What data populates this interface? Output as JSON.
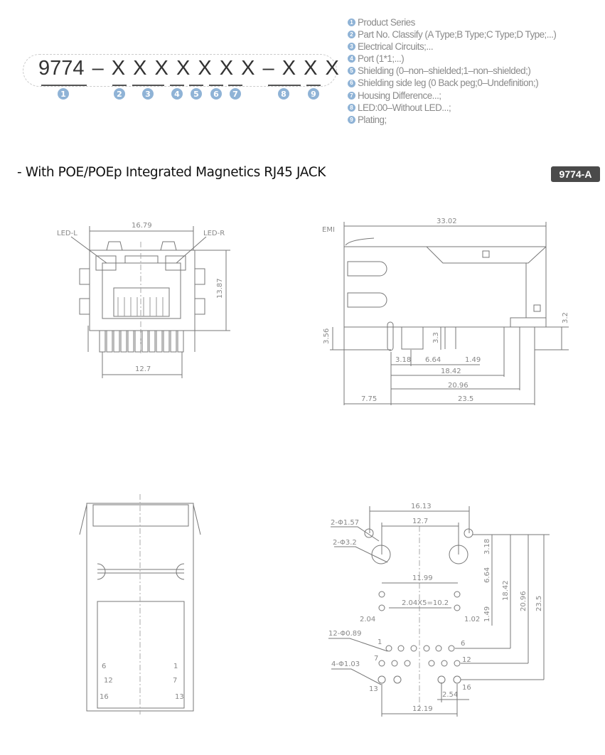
{
  "part_number": {
    "series": "9774",
    "template": "9774 – X X X X X X X – X X X",
    "markers": [
      "1",
      "2",
      "3",
      "4",
      "5",
      "6",
      "7",
      "8",
      "9"
    ]
  },
  "legend": [
    {
      "num": "1",
      "text": "Product Series"
    },
    {
      "num": "2",
      "text": "Part No. Classify (A Type;B Type;C Type;D Type;...)"
    },
    {
      "num": "3",
      "text": "Electrical Circuits;..."
    },
    {
      "num": "4",
      "text": "Port (1*1;...)"
    },
    {
      "num": "5",
      "text": "Shielding (0–non–shielded;1–non–shielded;)"
    },
    {
      "num": "6",
      "text": "Shielding side leg (0 Back peg;0–Undefinition;)"
    },
    {
      "num": "7",
      "text": "Housing Difference...;"
    },
    {
      "num": "8",
      "text": "LED:00–Without LED...;"
    },
    {
      "num": "9",
      "text": "Plating;"
    }
  ],
  "section": {
    "title": "- With POE/POEp Integrated Magnetics RJ45 JACK",
    "badge": "9774-A"
  },
  "front_view": {
    "width": "16.79",
    "height": "13.87",
    "pin_span": "12.7",
    "led_left": "LED-L",
    "led_right": "LED-R"
  },
  "side_view": {
    "length": "33.02",
    "emi": "EMI",
    "d1": "3.56",
    "d2": "3.3",
    "d3": "3.2",
    "d4": "3.18",
    "d5": "6.64",
    "d6": "1.49",
    "d7": "18.42",
    "d8": "20.96",
    "d9": "7.75",
    "d10": "23.5"
  },
  "bottom_view": {
    "pins": [
      "6",
      "1",
      "12",
      "7",
      "16",
      "13"
    ]
  },
  "footprint": {
    "d16_13": "16.13",
    "d12_7": "12.7",
    "h157": "2-Φ1.57",
    "h32": "2-Φ3.2",
    "d11_99": "11.99",
    "pitch": "2.04X5=10.2",
    "d2_04": "2.04",
    "d1_02": "1.02",
    "h089": "12-Φ0.89",
    "h103": "4-Φ1.03",
    "d3_18": "3.18",
    "d6_64": "6.64",
    "d1_49": "1.49",
    "d18_42": "18.42",
    "d20_96": "20.96",
    "d23_5": "23.5",
    "d2_54": "2.54",
    "d12_19": "12.19",
    "p1": "1",
    "p6": "6",
    "p7": "7",
    "p12": "12",
    "p13": "13",
    "p16": "16"
  },
  "colors": {
    "marker": "#8fb3d6",
    "badge": "#4a4a4a",
    "line": "#888888"
  }
}
